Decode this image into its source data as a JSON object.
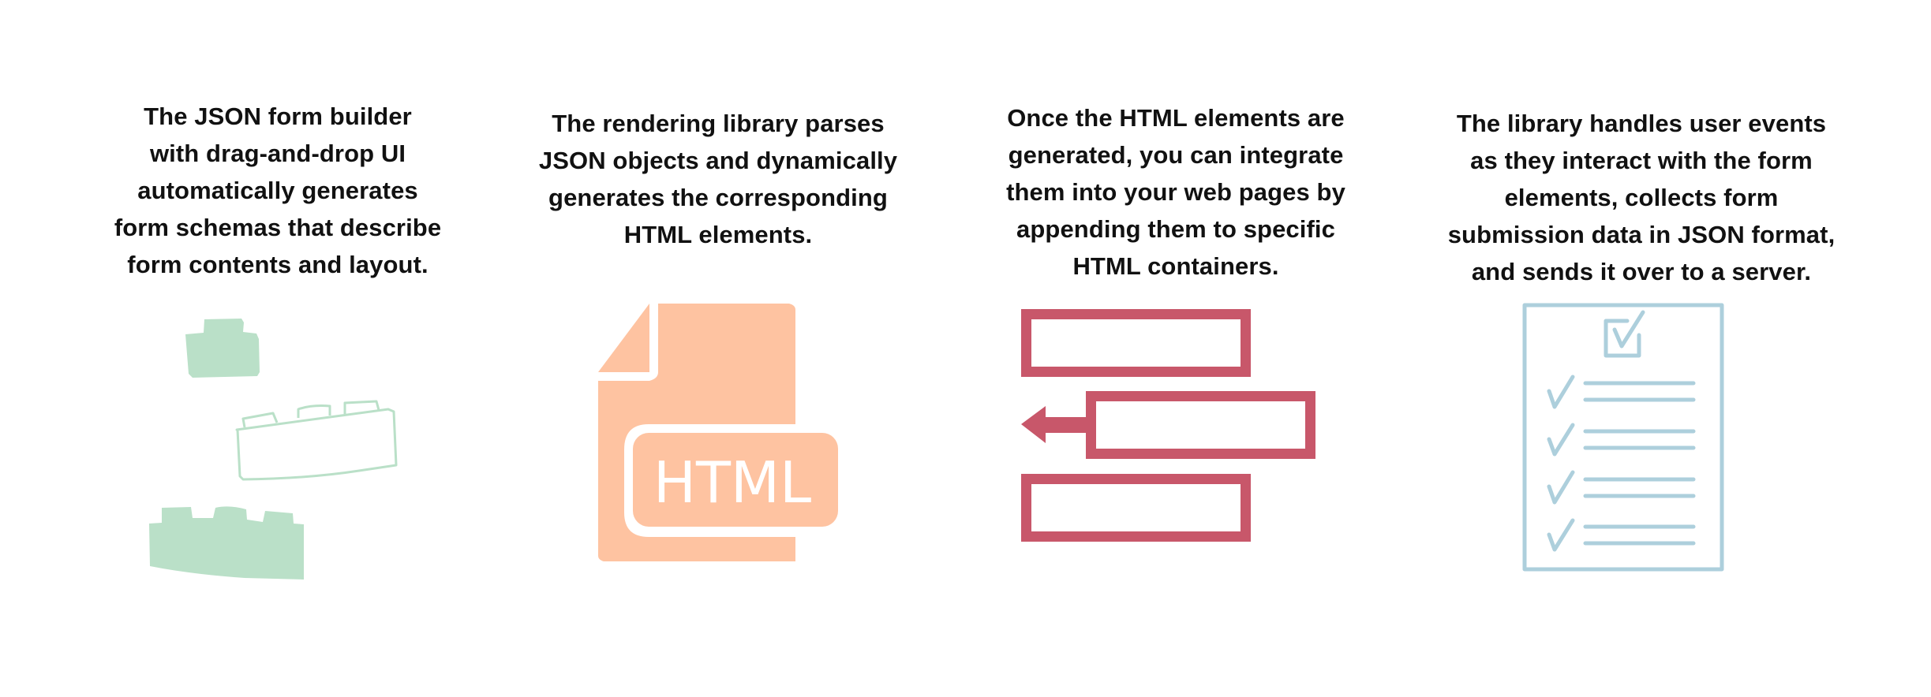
{
  "steps": [
    {
      "text": "The JSON form builder\nwith drag-and-drop UI\nautomatically generates\nform schemas that describe\nform contents and layout.",
      "icon": "lego-bricks-icon",
      "color": "#bae0c8"
    },
    {
      "text": "The rendering library parses\nJSON objects and dynamically\ngenerates the corresponding\nHTML elements.",
      "icon": "html-file-icon",
      "color": "#fec3a1",
      "icon_label": "HTML"
    },
    {
      "text": "Once the HTML elements are\ngenerated, you can integrate\nthem into your web pages by\nappending them to specific\nHTML containers.",
      "icon": "append-containers-icon",
      "color": "#c8576a"
    },
    {
      "text": "The library handles user events\nas they interact with the form\nelements, collects form\nsubmission data in JSON format,\nand sends it over to a server.",
      "icon": "checklist-form-icon",
      "color": "#adcfdc"
    }
  ]
}
